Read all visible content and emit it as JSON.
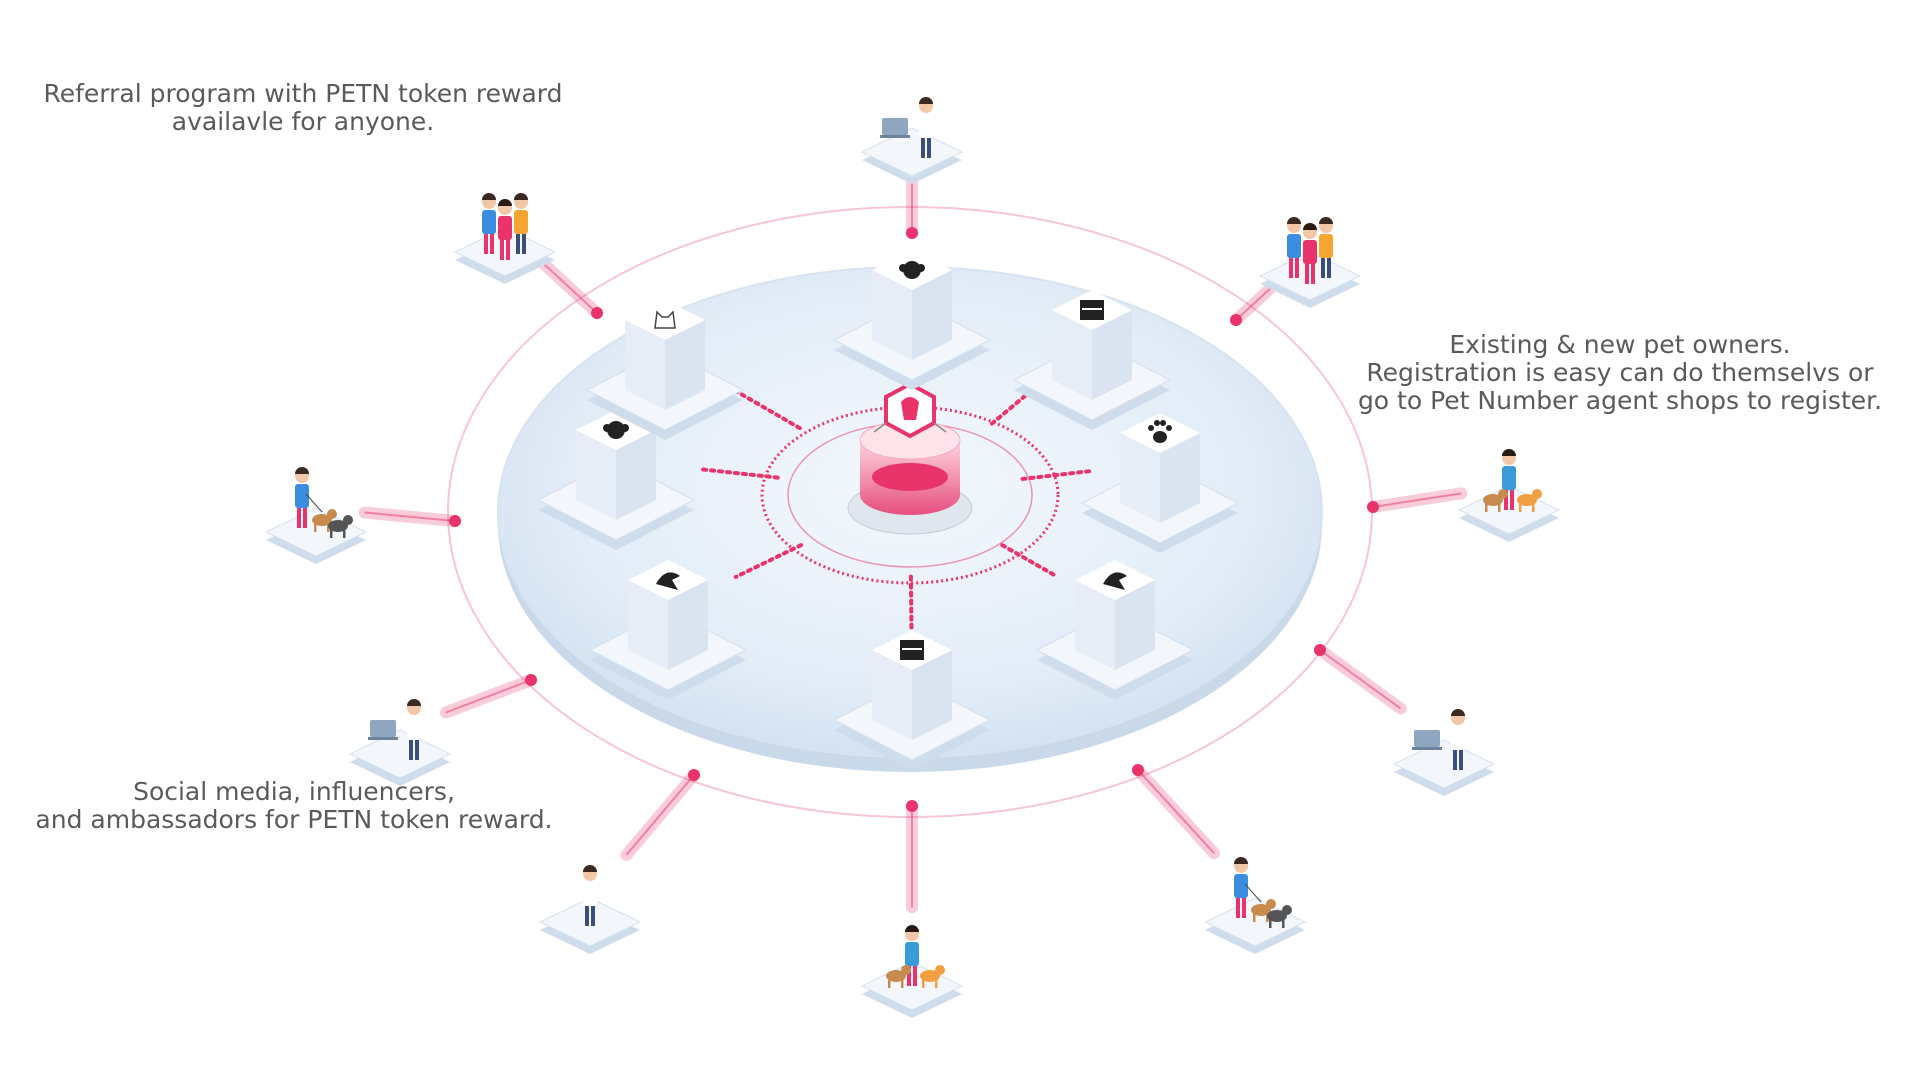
{
  "captions": {
    "referral": [
      "Referral program with PETN token reward",
      "availavle for anyone."
    ],
    "owners": [
      "Existing & new pet owners.",
      "Registration is easy can do themselvs or",
      "go to Pet Number agent shops to register."
    ],
    "social": [
      "Social media, influencers,",
      "and ambassadors for PETN token reward."
    ]
  },
  "colors": {
    "accent": "#e8336b",
    "disc": "#e3edf7",
    "tile": "#e9f0f8",
    "text": "#5a5a5a"
  },
  "inner_cubes": [
    {
      "icon": "monkey-icon"
    },
    {
      "icon": "hoopoe-bird-icon"
    },
    {
      "icon": "paw-print-icon"
    },
    {
      "icon": "fish-icon"
    },
    {
      "icon": "hoopoe-bird-icon"
    },
    {
      "icon": "fish-icon"
    },
    {
      "icon": "monkey-icon"
    },
    {
      "icon": "cat-icon"
    }
  ],
  "outer_tiles": [
    {
      "figure": "person-with-laptop"
    },
    {
      "figure": "family-group"
    },
    {
      "figure": "woman-with-pets"
    },
    {
      "figure": "person-with-laptop"
    },
    {
      "figure": "dog-walker"
    },
    {
      "figure": "woman-with-pets"
    },
    {
      "figure": "man-standing"
    },
    {
      "figure": "person-with-laptop"
    },
    {
      "figure": "dog-walker"
    },
    {
      "figure": "family-group"
    }
  ],
  "hub": {
    "icon": "pet-number-logo-icon"
  }
}
